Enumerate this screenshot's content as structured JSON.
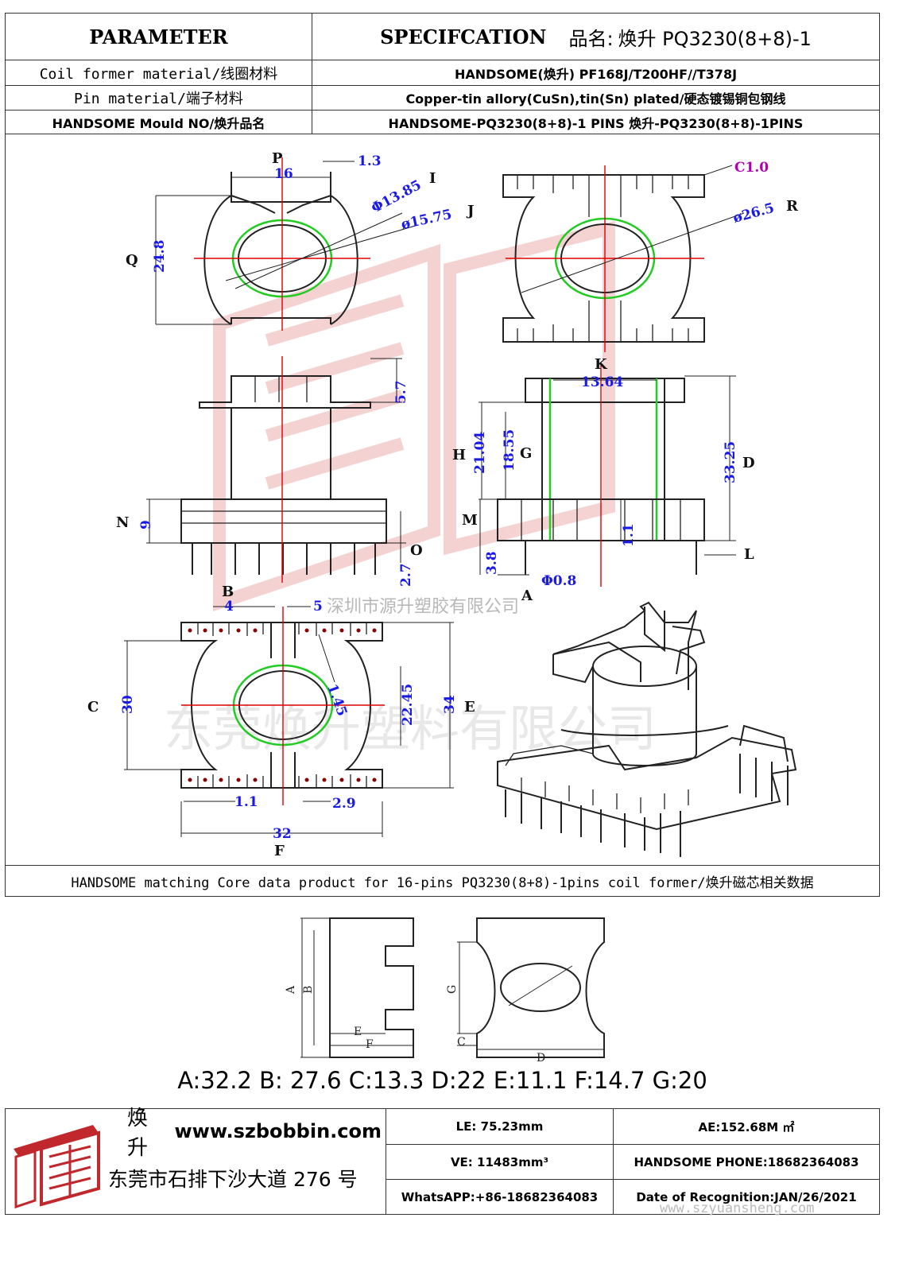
{
  "header": {
    "parameter_label": "PARAMETER",
    "specification_label": "SPECIFCATION",
    "product_name_label": "品名:",
    "product_name_value": "焕升 PQ3230(8+8)-1"
  },
  "spec_rows": [
    {
      "param": "Coil former material/线圈材料",
      "value": "HANDSOME(焕升)   PF168J/T200HF//T378J"
    },
    {
      "param": "Pin material/端子材料",
      "value": "Copper-tin allory(CuSn),tin(Sn) plated/硬态镀锡铜包钢线"
    },
    {
      "param": "HANDSOME Mould NO/焕升品名",
      "value": "HANDSOME-PQ3230(8+8)-1 PINS   焕升-PQ3230(8+8)-1PINS"
    }
  ],
  "drawing": {
    "watermark_cn": "东莞焕升塑料有限公司",
    "watermark_cn_small": "深圳市源升塑胶有限公司",
    "top_view_labels": {
      "P": "P",
      "dim_16": "16",
      "dim_1_3": "1.3",
      "I": "I",
      "dia_13_85": "Φ13.85",
      "J": "J",
      "dia_15_75": "ø15.75",
      "Q": "Q",
      "dim_24_8": "24.8"
    },
    "top_right_labels": {
      "c1": "C1.0",
      "dia_26_5": "ø26.5",
      "R": "R"
    },
    "front_labels": {
      "dim_5_7": "5.7",
      "N": "N",
      "dim_9": "9",
      "O": "O",
      "dim_2_7": "2.7"
    },
    "side_labels": {
      "K": "K",
      "dim_13_64": "13.64",
      "H": "H",
      "dim_21_04": "21.04",
      "dim_18_55": "18.55",
      "G": "G",
      "D": "D",
      "dim_33_25": "33.25",
      "M": "M",
      "dim_1_1": "1.1",
      "L": "L",
      "dim_3_8": "3.8",
      "dia_0_8": "Φ0.8",
      "A": "A"
    },
    "bottom_labels": {
      "B": "B",
      "dim_4": "4",
      "dim_5": "5",
      "C": "C",
      "dim_30": "30",
      "dim_1_45": "1.45",
      "dim_22_45": "22.45",
      "dim_34": "34",
      "E": "E",
      "dim_1_1": "1.1",
      "dim_2_9": "2.9",
      "dim_32": "32",
      "F": "F"
    }
  },
  "core_section": {
    "caption": "HANDSOME matching Core data  product for 16-pins PQ3230(8+8)-1pins coil former/焕升磁芯相关数据",
    "diagram_labels": {
      "A": "A",
      "B": "B",
      "E": "E",
      "F": "F",
      "G": "G",
      "C": "C",
      "D": "D"
    },
    "values_line": "A:32.2 B: 27.6 C:13.3 D:22 E:11.1 F:14.7 G:20"
  },
  "footer": {
    "brand": "焕升",
    "website": "www.szbobbin.com",
    "address": "东莞市石排下沙大道 276 号",
    "le": "LE: 75.23mm",
    "ae": "AE:152.68M ㎡",
    "ve": "VE: 11483mm³",
    "phone": "HANDSOME PHONE:18682364083",
    "whatsapp": "WhatsAPP:+86-18682364083",
    "date": "Date of Recognition:JAN/26/2021",
    "watermark_url": "www.szyuansheng.com"
  },
  "colors": {
    "red_axis": "#e00000",
    "green_ring": "#22cc22",
    "dim_blue": "#1a1ae6",
    "watermark": "#f2c8c8"
  }
}
